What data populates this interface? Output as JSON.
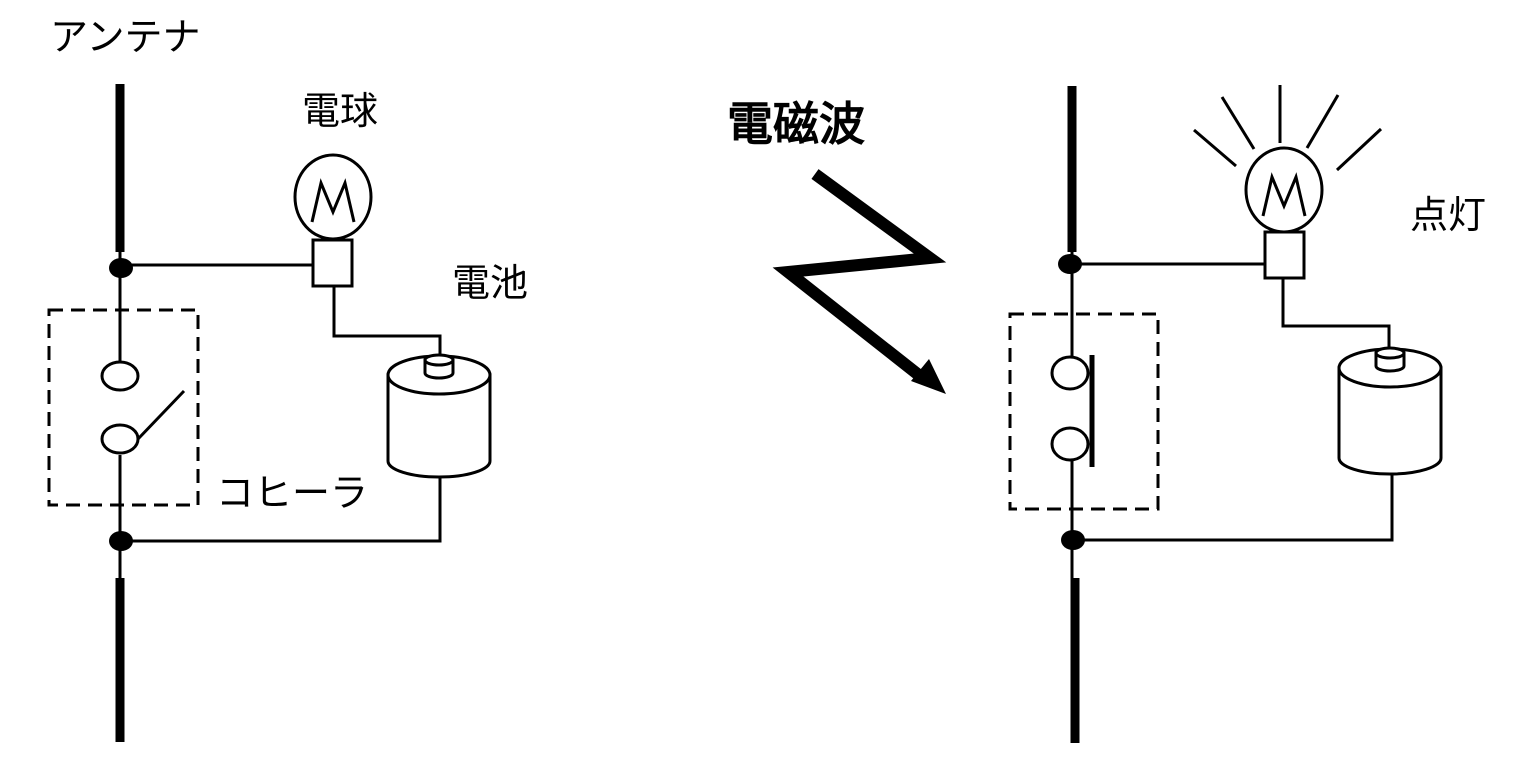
{
  "labels": {
    "antenna": "アンテナ",
    "bulb": "電球",
    "battery": "電池",
    "coherer": "コヒーラ",
    "em_wave": "電磁波",
    "lit": "点灯"
  },
  "panels": {
    "left": {
      "state": "switch-open",
      "bulb": "off"
    },
    "right": {
      "state": "switch-closed",
      "bulb": "lit"
    }
  }
}
